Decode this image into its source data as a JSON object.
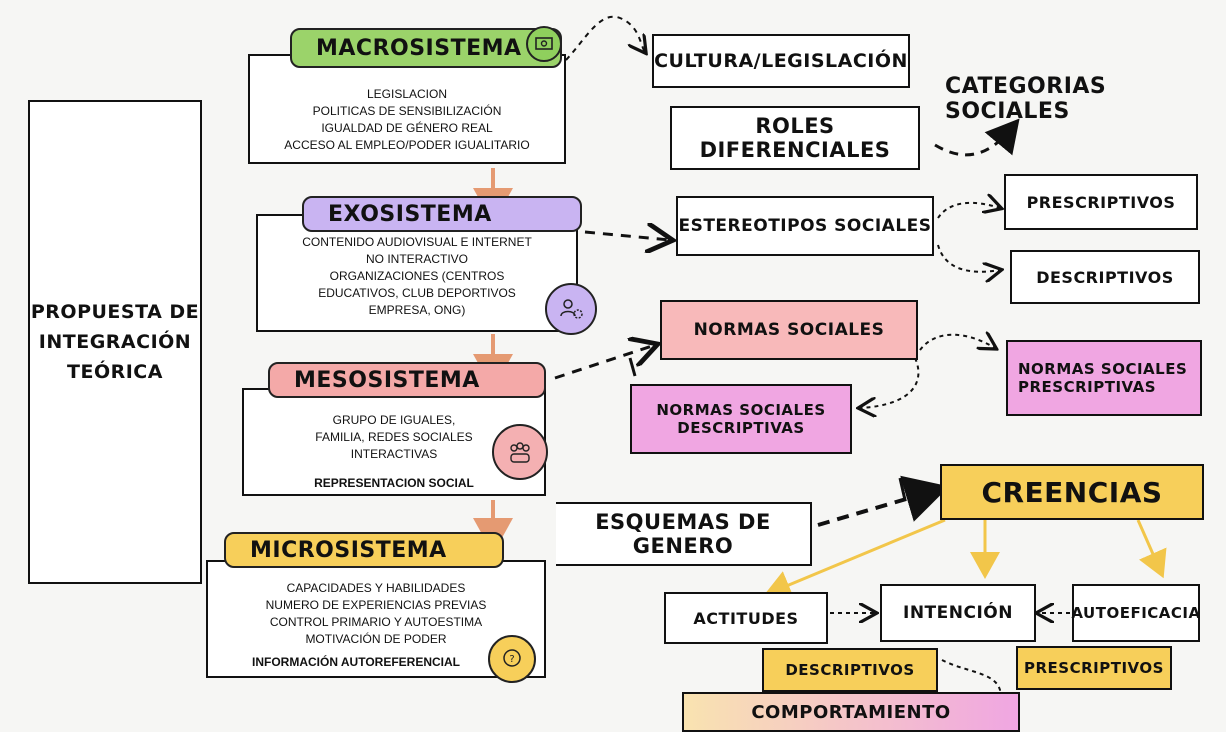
{
  "left": {
    "title_lines": [
      "PROPUESTA DE",
      "INTEGRACIÓN",
      "TEÓRICA"
    ]
  },
  "macro": {
    "title": "MACROSISTEMA",
    "items": [
      "LEGISLACION",
      "POLITICAS DE SENSIBILIZACIÓN",
      "IGUALDAD DE GÉNERO REAL",
      "ACCESO AL EMPLEO/PODER IGUALITARIO"
    ]
  },
  "exo": {
    "title": "EXOSISTEMA",
    "items": [
      "CONTENIDO AUDIOVISUAL E INTERNET",
      "NO INTERACTIVO",
      "ORGANIZACIONES (CENTROS",
      "EDUCATIVOS, CLUB DEPORTIVOS",
      "EMPRESA, ONG)"
    ]
  },
  "meso": {
    "title": "MESOSISTEMA",
    "items": [
      "GRUPO DE IGUALES,",
      "FAMILIA, REDES SOCIALES",
      "INTERACTIVAS"
    ],
    "footer": "REPRESENTACION SOCIAL"
  },
  "micro": {
    "title": "MICROSISTEMA",
    "items": [
      "CAPACIDADES Y HABILIDADES",
      "NUMERO DE EXPERIENCIAS PREVIAS",
      "CONTROL PRIMARIO Y AUTOESTIMA",
      "MOTIVACIÓN DE PODER"
    ],
    "footer": "INFORMACIÓN AUTOREFERENCIAL"
  },
  "right": {
    "cultura": "CULTURA/LEGISLACIÓN",
    "categorias": "CATEGORIAS SOCIALES",
    "roles": "ROLES DIFERENCIALES",
    "estereotipos": "ESTEREOTIPOS SOCIALES",
    "prescriptivos": "PRESCRIPTIVOS",
    "descriptivos": "DESCRIPTIVOS",
    "normas": "NORMAS SOCIALES",
    "normas_prescriptivas": [
      "NORMAS SOCIALES",
      "PRESCRIPTIVAS"
    ],
    "normas_descriptivas": [
      "NORMAS SOCIALES",
      "DESCRIPTIVAS"
    ],
    "creencias": "CREENCIAS",
    "esquemas": "ESQUEMAS DE GENERO",
    "actitudes": "ACTITUDES",
    "intencion": "INTENCIÓN",
    "autoeficacia": "AUTOEFICACIA",
    "descriptivos2": "DESCRIPTIVOS",
    "prescriptivos2": "PRESCRIPTIVOS",
    "comportamiento": "COMPORTAMIENTO"
  },
  "colors": {
    "green": "#9bd36a",
    "purple": "#c9b4f2",
    "salmon": "#f4a9a8",
    "yellow": "#f7cf5a",
    "pink": "#f0a6e2",
    "arrow": "#e59a72"
  }
}
